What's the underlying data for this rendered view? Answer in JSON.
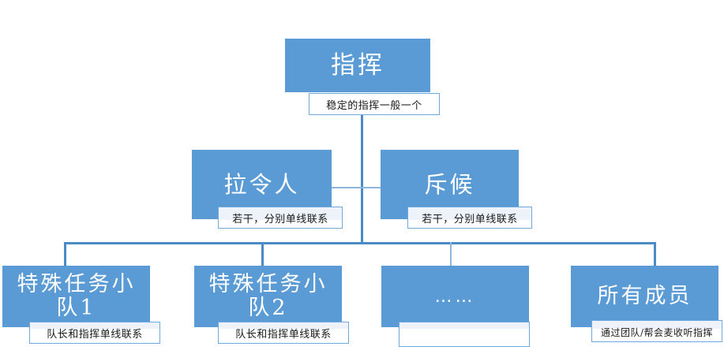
{
  "diagram": {
    "type": "organizational-hierarchy",
    "title_node": {
      "label": "指挥",
      "caption": "稳定的指挥一般一个"
    },
    "level2": [
      {
        "label": "拉令人",
        "caption": "若干，分别单线联系"
      },
      {
        "label": "斥候",
        "caption": "若干，分别单线联系"
      }
    ],
    "level3": [
      {
        "label": "特殊任务小队1",
        "caption": "队长和指挥单线联系"
      },
      {
        "label": "特殊任务小队2",
        "caption": "队长和指挥单线联系"
      },
      {
        "label": "……",
        "caption": ""
      },
      {
        "label": "所有成员",
        "caption": "通过团队/帮会麦收听指挥"
      }
    ],
    "colors": {
      "node_fill": "#5B9BD5",
      "connector": "#4A8BC7",
      "caption_border": "#6FA8DC",
      "caption_tint": "#EDF2FB",
      "node_text": "#FFFFFF",
      "caption_text": "#1A1A1A",
      "background": "#FFFFFF"
    }
  }
}
